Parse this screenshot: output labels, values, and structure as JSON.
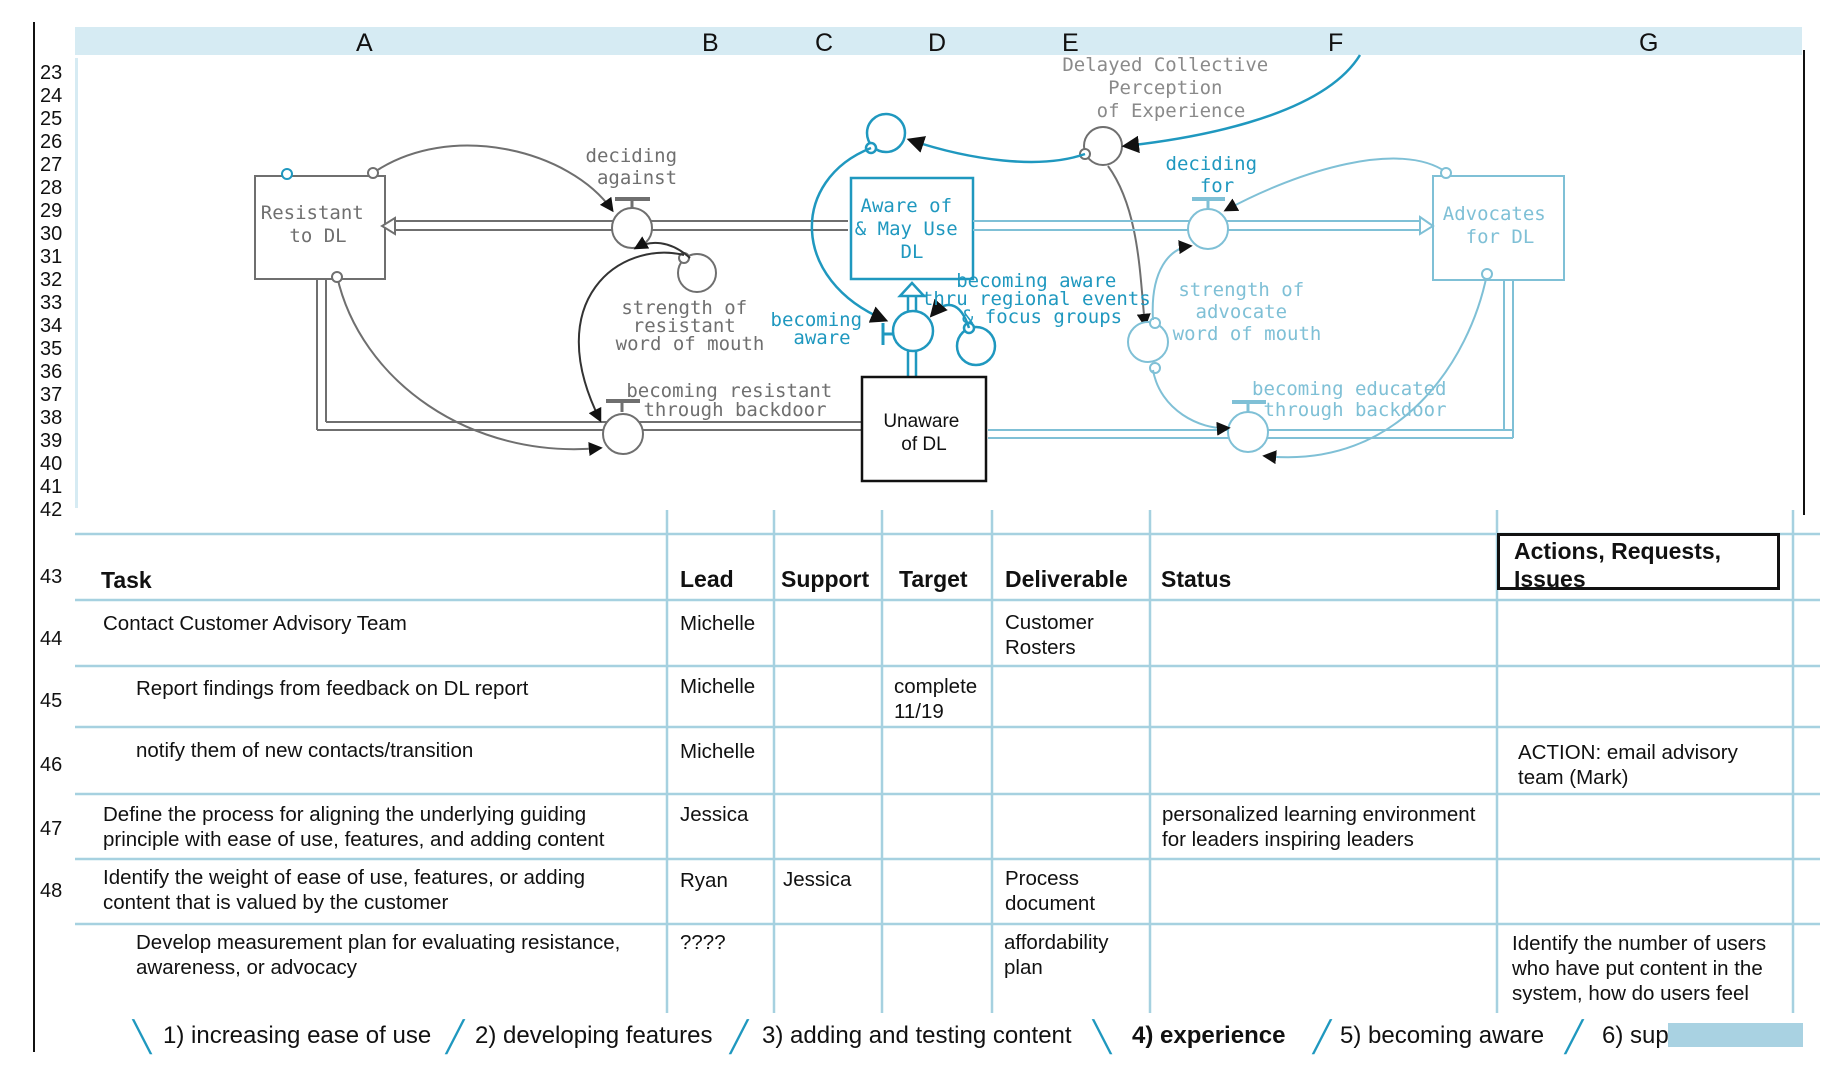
{
  "column_headers": [
    "A",
    "B",
    "C",
    "D",
    "E",
    "F",
    "G"
  ],
  "row_numbers": [
    "23",
    "24",
    "25",
    "26",
    "27",
    "28",
    "29",
    "30",
    "31",
    "32",
    "33",
    "34",
    "35",
    "36",
    "37",
    "38",
    "39",
    "40",
    "41",
    "42"
  ],
  "table_row_numbers": [
    "43",
    "44",
    "45",
    "46",
    "47",
    "48"
  ],
  "diagram": {
    "stocks": {
      "resistant": "Resistant\nto DL",
      "aware": "Aware of\n& May Use\nDL",
      "advocates": "Advocates\nfor DL",
      "unaware": "Unaware\nof DL"
    },
    "labels": {
      "deciding_against": "deciding\nagainst",
      "delayed": "Delayed Collective\nPerception\nof Experience",
      "deciding_for": "deciding\nfor",
      "strength_resistant": "strength of\nresistant\nword of mouth",
      "becoming_aware": "becoming\naware",
      "becoming_aware_events": "becoming aware\nthru regional events\n& focus groups",
      "strength_advocate": "strength of\nadvocate\nword of mouth",
      "becoming_resistant": "becoming resistant\nthrough backdoor",
      "becoming_educated": "becoming educated\nthrough backdoor"
    },
    "colors": {
      "gray": "#6f6f6f",
      "teal": "#1f98bf",
      "light_teal": "#7fc0d6",
      "dark": "#111111"
    }
  },
  "table": {
    "headers": {
      "task": "Task",
      "lead": "Lead",
      "support": "Support",
      "target": "Target",
      "deliverable": "Deliverable",
      "status": "Status",
      "actions": "Actions, Requests,\nIssues"
    },
    "rows": [
      {
        "task": "Contact Customer Advisory Team",
        "lead": "Michelle",
        "support": "",
        "target": "",
        "deliverable": "Customer\nRosters",
        "status": "",
        "actions": ""
      },
      {
        "task": "Report findings from feedback on DL report",
        "lead": "Michelle",
        "support": "",
        "target": "complete\n11/19",
        "deliverable": "",
        "status": "",
        "actions": ""
      },
      {
        "task": "notify them of new contacts/transition",
        "lead": "Michelle",
        "support": "",
        "target": "",
        "deliverable": "",
        "status": "",
        "actions": "ACTION: email advisory\nteam (Mark)"
      },
      {
        "task": "Define the process for aligning the underlying guiding\nprinciple with ease of use, features, and adding content",
        "lead": "Jessica",
        "support": "",
        "target": "",
        "deliverable": "",
        "status": "personalized learning environment\nfor leaders inspiring leaders",
        "actions": ""
      },
      {
        "task": "Identify the weight of ease of use, features, or adding\ncontent that is valued by the customer",
        "lead": "Ryan",
        "support": "Jessica",
        "target": "",
        "deliverable": "Process\ndocument",
        "status": "",
        "actions": ""
      },
      {
        "task": "Develop measurement plan for evaluating resistance,\nawareness, or advocacy",
        "lead": "????",
        "support": "",
        "target": "",
        "deliverable": "affordability\nplan",
        "status": "",
        "actions": "Identify the number of users\nwho have put content in the\nsystem, how do users feel"
      }
    ]
  },
  "tabs": [
    {
      "label": "1) increasing ease of use"
    },
    {
      "label": "2) developing features"
    },
    {
      "label": "3) adding and testing content"
    },
    {
      "label": "4) experience",
      "active": true
    },
    {
      "label": "5) becoming aware"
    },
    {
      "label": "6) sup"
    }
  ]
}
